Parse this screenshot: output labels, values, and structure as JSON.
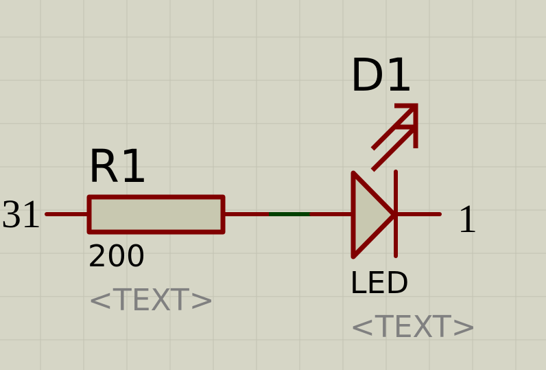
{
  "colors": {
    "background": "#d6d6c6",
    "grid": "#c2c2b2",
    "wire": "#800000",
    "net": "#004000",
    "component_fill": "#c8c8b0",
    "label": "#000000",
    "placeholder": "#808080"
  },
  "resistor": {
    "reference": "R1",
    "value": "200",
    "text_field": "<TEXT>",
    "left_pin_label": "31"
  },
  "led": {
    "reference": "D1",
    "value": "LED",
    "text_field": "<TEXT>",
    "right_pin_label": "1"
  }
}
